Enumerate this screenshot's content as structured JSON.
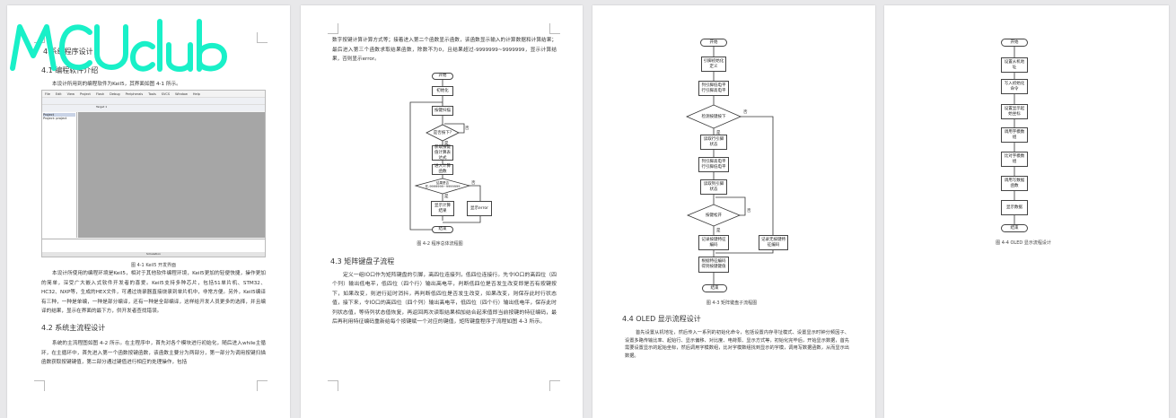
{
  "watermark": "MCUclub",
  "page1": {
    "h1": "4 系统程序设计",
    "h2": "4.1 编程软件介绍",
    "intro": "本设计所用到的编程软件为Keil5，其界面如图 4-1 所示。",
    "keil": {
      "menu": [
        "File",
        "Edit",
        "View",
        "Project",
        "Flash",
        "Debug",
        "Peripherals",
        "Tools",
        "SVCS",
        "Window",
        "Help"
      ],
      "target": "Target 1",
      "project_panel": "Project",
      "project_item": "Project: project",
      "status": "Simulation"
    },
    "fig_caption": "图 4-1 Keil5 开发界面",
    "para1": "本设计所使用的编程环境是Keil5，相对于其他软件编程环境，Keil5更加的轻便快捷，操作更加的简单，深受广大嵌入式软件开发者的喜爱。Keil5支持多种芯片，包括51单片机、STM32、HC32、NXP等，生成的HEX文件，可通过烧录器直接烧录到单片机中，非常方便。另外，Keil5编译有三种，一种是单编，一种是部分编译，还有一种是全部编译，这样给开发人员更多的选择，并且编译的结果，显示在界面的最下方，供开发者查找错误。",
    "h3": "4.2 系统主流程设计",
    "para2": "系统的主流程图如图 4-2 所示。在主程序中，首先对各个模块进行初始化，随后进入while主循环，在主循环中，首先进入第一个函数按键函数，该函数主要分为两部分，第一部分为调用按键扫描函数获取按键键值，第二部分通过键值进行相应的处理操作，包括"
  },
  "page2": {
    "para0": "数字按键计算计算方式等；接着进入第二个函数显示函数，该函数显示输入的计算数据和计算结果；最后进入第三个函数求取结果函数，除数不为0，且结果超过-9999999~9999999，显示计算结果，否则显示error。",
    "flow": {
      "start": "开始",
      "init": "初始化",
      "scan": "按键扫描",
      "pressed": "是否按下?",
      "get": "获取按键值计算表达式",
      "calc": "进入计算函数",
      "range": "结果是否在-9999999~9999999",
      "show": "显示计算结果",
      "error": "显示error",
      "end": "结束",
      "yes": "是",
      "no": "否"
    },
    "fig_caption": "图 4-2 程序总体流程图",
    "h": "4.3 矩阵键盘子流程",
    "para": "定义一组IO口作为矩阵键盘的引脚，高四位连接列，低四位连接行。先令IO口的高四位（四个列）输出低电平，低四位（四个行）输出高电平，判断低四位是否发生改变即是否有按键按下，如果改变，则进行延时消抖，再判断低四位是否发生改变，如果改变，则保存此时行状态值，接下来，令IO口的高四位（四个列）输出高电平，低四位（四个行）输出低电平，保存此时列状态值，等待列状态值恢复，再返回两次读取结果相加结合起来值即当前按键的特征编码，最后再利用特征编码重新给每个按键赋一个对应的键值，矩阵键盘程序子流程如图 4-3 所示。"
  },
  "page3": {
    "flow": {
      "start": "开始",
      "define": "引脚初始化定义",
      "set1": "列引脚低电平行引脚高电平",
      "check": "检测按键按下",
      "readrow": "读取行引脚状态",
      "set2": "列引脚高电平行引脚低电平",
      "readcol": "读取列引脚状态",
      "release": "按键松开",
      "record": "记录按键特征编码",
      "norecord": "记录无按键特征编码",
      "key": "根据特征编码得到按键键值",
      "end": "结束",
      "yes": "是",
      "no": "否"
    },
    "fig_caption": "图 4-3 矩阵键盘子流程图",
    "h": "4.4 OLED 显示流程设计",
    "para": "首先设置从机地址，然后传入一系列的初始化命令，包括设置内存寻址模式、设置显示时钟分频因子、设置多路传输比率、起始行、显示偏移、对比度、电荷泵、显示方式等，初始化完毕后，开始显示数据，首先需要设置显示的起始坐标，然后调用字模数组，比对字模数组找到显示的字模，调用写数据函数，从而显示出数据。"
  },
  "page4": {
    "flow": [
      "开始",
      "设置从机地址",
      "写入初始化命令",
      "设置显示起始坐标",
      "调用字模数组",
      "比对字模数组",
      "调用写数据函数",
      "显示数据",
      "结束"
    ],
    "fig_caption": "图 4-4 OLED 显示流程设计"
  }
}
